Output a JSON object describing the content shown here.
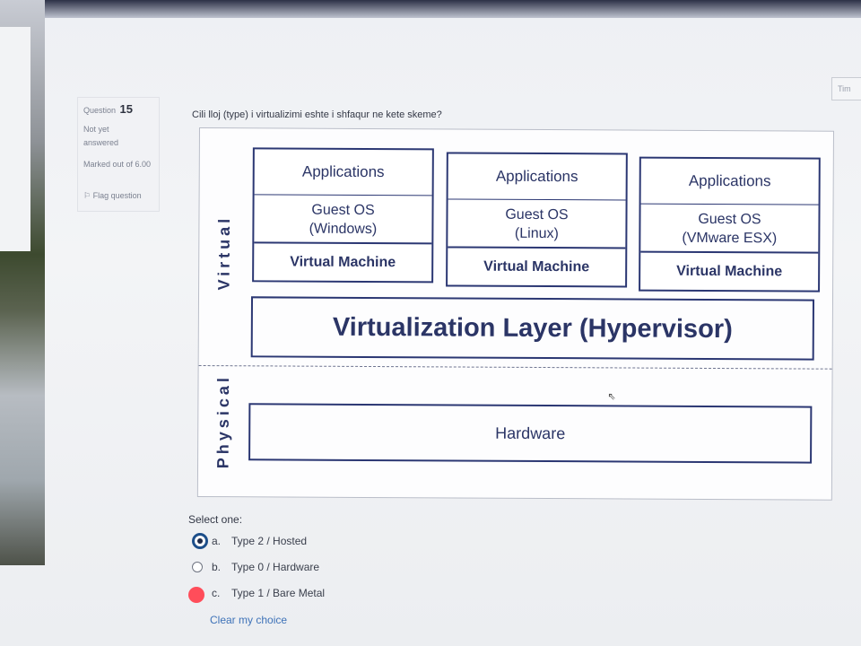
{
  "header": {
    "timer_button": "Tim"
  },
  "question_info": {
    "label": "Question",
    "number": "15",
    "state": "Not yet answered",
    "mark": "Marked out of 6.00",
    "flag": "Flag question"
  },
  "question": {
    "text": "Cili lloj (type) i virtualizimi eshte i shfaqur ne kete skeme?",
    "diagram": {
      "virtual_label": "Virtual",
      "physical_label": "Physical",
      "vms": [
        {
          "apps": "Applications",
          "os_line1": "Guest OS",
          "os_line2": "(Windows)",
          "vm": "Virtual Machine"
        },
        {
          "apps": "Applications",
          "os_line1": "Guest OS",
          "os_line2": "(Linux)",
          "vm": "Virtual Machine"
        },
        {
          "apps": "Applications",
          "os_line1": "Guest OS",
          "os_line2": "(VMware ESX)",
          "vm": "Virtual Machine"
        }
      ],
      "hypervisor": "Virtualization Layer (Hypervisor)",
      "hardware": "Hardware"
    },
    "select_label": "Select one:",
    "options": [
      {
        "letter": "a.",
        "text": "Type 2 / Hosted",
        "selected": true
      },
      {
        "letter": "b.",
        "text": "Type 0 / Hardware",
        "selected": false
      },
      {
        "letter": "c.",
        "text": "Type 1 / Bare Metal",
        "selected": false
      }
    ],
    "clear_choice": "Clear my choice"
  }
}
